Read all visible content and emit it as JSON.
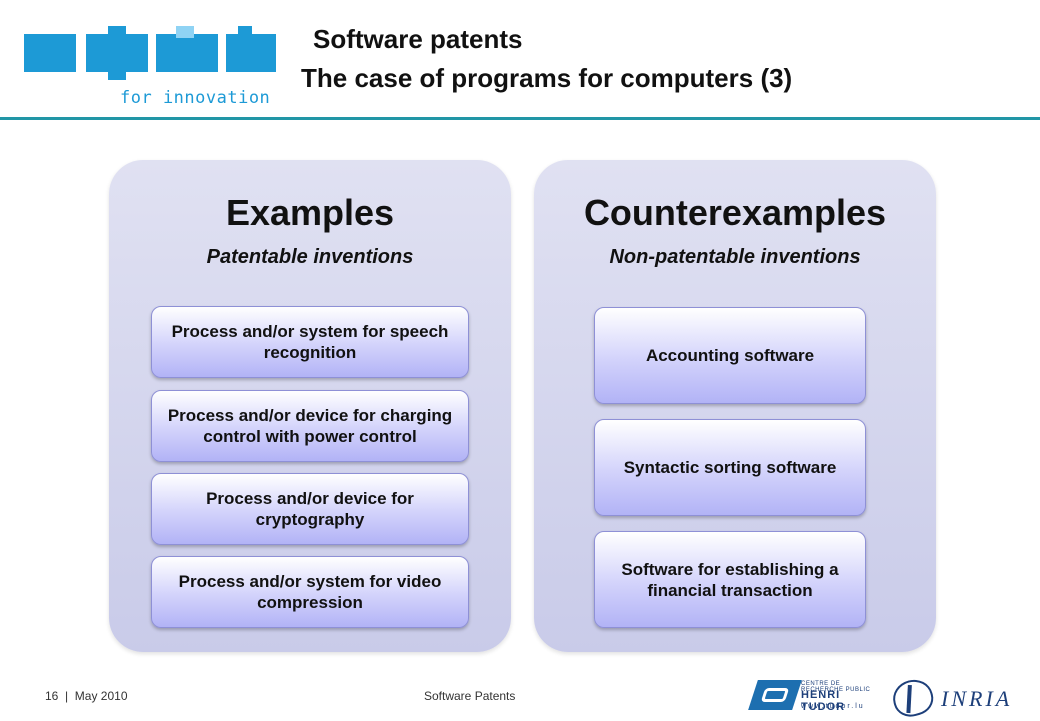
{
  "header": {
    "logo_text": "for innovation",
    "title_line1": "Software patents",
    "title_line2": "The case of programs for computers (3)"
  },
  "examples": {
    "heading": "Examples",
    "subheading": "Patentable inventions",
    "items": [
      "Process and/or system for speech recognition",
      "Process and/or device for charging control with power control",
      "Process and/or device for cryptography",
      "Process and/or system for video compression"
    ]
  },
  "counterexamples": {
    "heading": "Counterexamples",
    "subheading": "Non-patentable inventions",
    "items": [
      "Accounting software",
      "Syntactic sorting software",
      "Software for establishing a financial transaction"
    ]
  },
  "footer": {
    "page_date": "16  |  May 2010",
    "center_text": "Software Patents",
    "tudor_small": "CENTRE DE RECHERCHE PUBLIC",
    "tudor_name": "HENRI TUDOR",
    "tudor_url": "www.tudor.lu",
    "inria_text": "INRIA"
  },
  "colors": {
    "accent": "#1d9ad6",
    "rule": "#2196a6",
    "panel": "#d3d4ee",
    "item": "#c6c7f8"
  }
}
